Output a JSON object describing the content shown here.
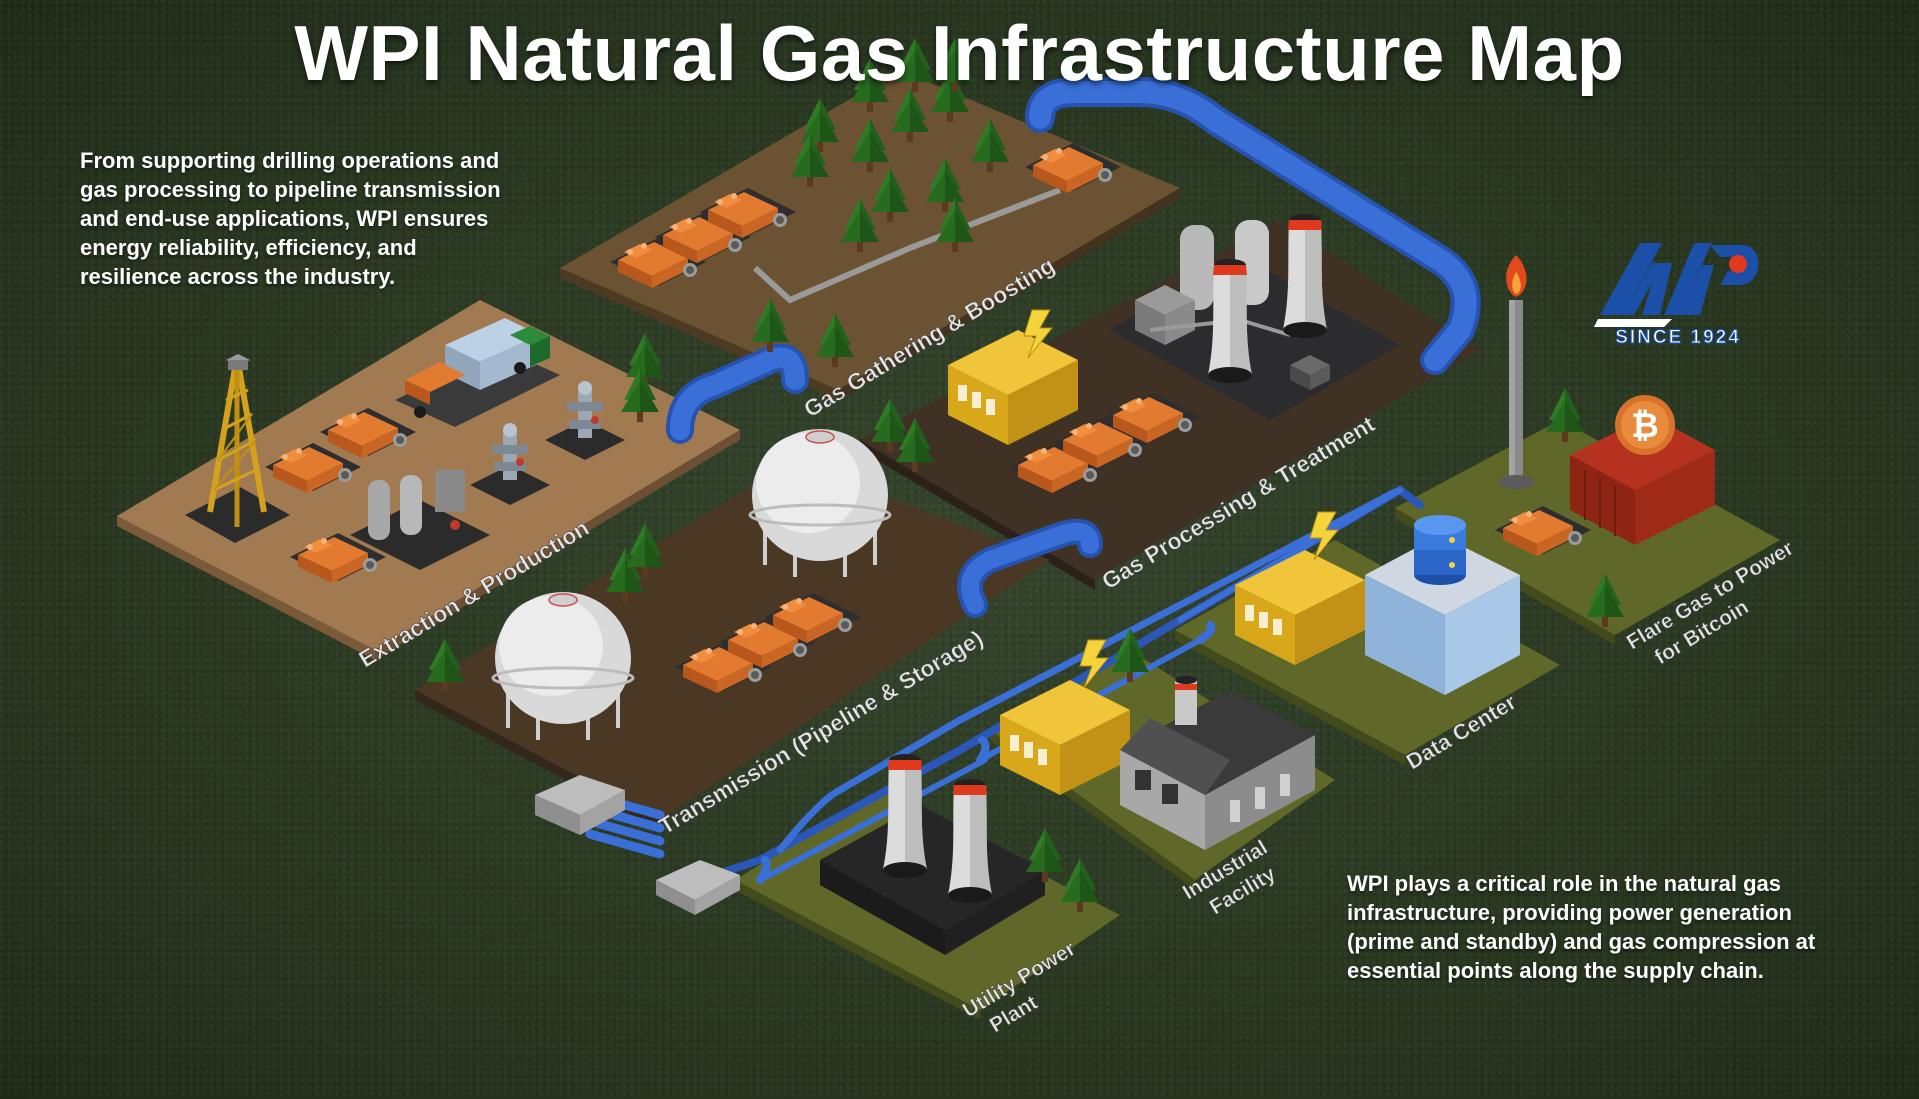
{
  "title": "WPI Natural Gas Infrastructure Map",
  "intro_text": "From supporting drilling operations and gas processing to pipeline transmission and end-use applications, WPI ensures energy reliability, efficiency, and resilience across the industry.",
  "closing_text": "WPI plays a critical role in the natural gas infrastructure, providing power generation (prime and standby) and gas compression at essential points along the supply chain.",
  "logo": {
    "since": "SINCE 1924",
    "icon": "wpi-logo-icon"
  },
  "zones": {
    "gathering": {
      "label": "Gas Gathering & Boosting"
    },
    "extraction": {
      "label": "Extraction & Production"
    },
    "processing": {
      "label": "Gas Processing & Treatment"
    },
    "transmission": {
      "label": "Transmission (Pipeline & Storage)"
    },
    "flare": {
      "line1": "Flare Gas to Power",
      "line2": "for Bitcoin"
    },
    "data_center": {
      "label": "Data Center"
    },
    "industrial": {
      "line1": "Industrial",
      "line2": "Facility"
    },
    "utility": {
      "line1": "Utility Power",
      "line2": "Plant"
    }
  },
  "icons": [
    "derrick-icon",
    "compressor-icon",
    "truck-icon",
    "wellhead-icon",
    "storage-sphere-icon",
    "cooling-tower-icon",
    "generator-icon",
    "lightning-icon",
    "bitcoin-icon",
    "server-stack-icon",
    "factory-icon",
    "flare-stack-icon",
    "tree-icon",
    "pipeline-icon"
  ],
  "colors": {
    "grass": "#2c3a26",
    "extraction_ground": "#a27a52",
    "gathering_ground": "#6b5232",
    "processing_ground": "#3f3124",
    "enduse_ground": "#5f6828",
    "pipeline": "#3a6fd8",
    "compressor": "#e27a2f",
    "generator": "#e5b625",
    "logo_blue": "#1b4fa8"
  }
}
